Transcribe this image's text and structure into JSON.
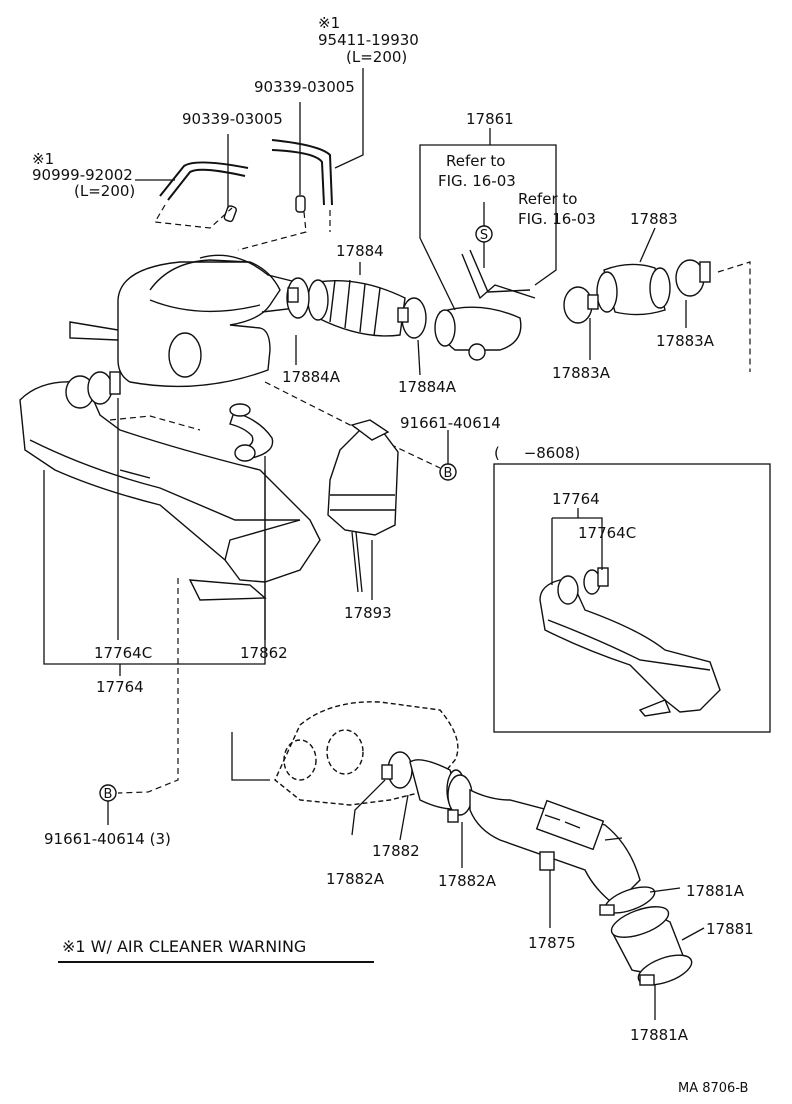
{
  "labels": {
    "note_mark_1": "※1",
    "hose_95411": "95411-19930",
    "hose_95411_len": "(L=200)",
    "clip_90339_a": "90339-03005",
    "clip_90339_b": "90339-03005",
    "note_mark_2": "※1",
    "hose_90999": "90999-92002",
    "hose_90999_len": "(L=200)",
    "p17861": "17861",
    "refer1_line1": "Refer to",
    "refer1_line2": "FIG. 16-03",
    "refer2_line1": "Refer to",
    "refer2_line2": "FIG. 16-03",
    "p17884": "17884",
    "p17883": "17883",
    "p17884A_1": "17884A",
    "p17884A_2": "17884A",
    "p17883A_1": "17883A",
    "p17883A_2": "17883A",
    "bolt_91661_top": "91661-40614",
    "range_8608": "(     −8608)",
    "p17764_inset": "17764",
    "p17764C_inset": "17764C",
    "p17893": "17893",
    "p17764C": "17764C",
    "p17862": "17862",
    "p17764": "17764",
    "bolt_91661_bottom": "91661-40614 (3)",
    "p17882": "17882",
    "p17882A_1": "17882A",
    "p17882A_2": "17882A",
    "p17875": "17875",
    "p17881A_1": "17881A",
    "p17881": "17881",
    "p17881A_2": "17881A",
    "warning_note": "※1 W/ AIR CLEANER WARNING",
    "drawing_code": "MA 8706-B",
    "marker_s": "S",
    "marker_b1": "B",
    "marker_b2": "B"
  }
}
